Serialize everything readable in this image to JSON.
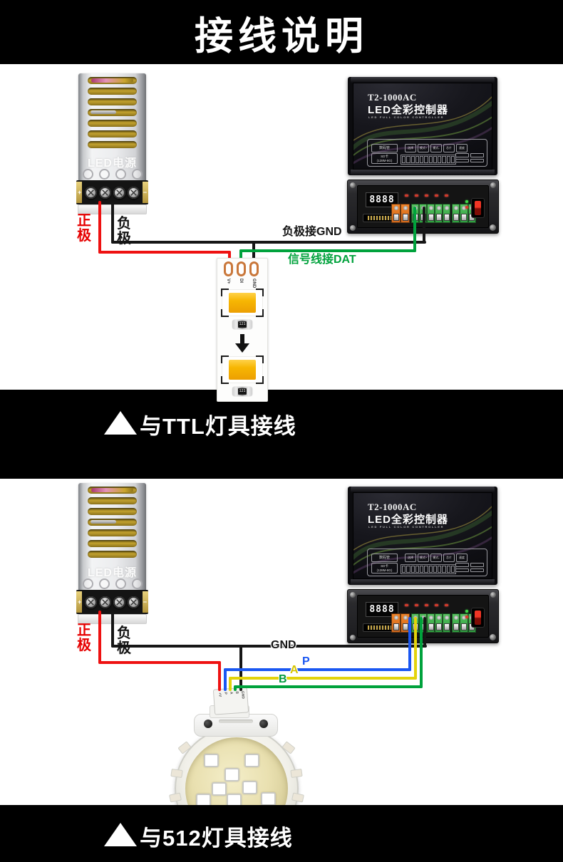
{
  "title": "接线说明",
  "banners": {
    "ttl": "与TTL灯具接线",
    "dmx512": "与512灯具接线"
  },
  "power_supply": {
    "watermark": "LED电源",
    "plus": "+",
    "minus": "−",
    "positive_label": "正极",
    "negative_label": "负极"
  },
  "controller": {
    "model": "T2-1000AC",
    "name": "LED全彩控制器",
    "subtitle": "LED FULL COLOR CONTROLLER",
    "panel": {
      "display_label": "数码管",
      "sd_label": "SD卡",
      "sd_capacity": "(128M-8G)",
      "keys": [
        "选择",
        "模式+",
        "模式-",
        "芯片",
        "速度"
      ]
    }
  },
  "interface_box": {
    "display_value": "8888"
  },
  "ttl_wiring": {
    "gnd_note": "负极接GND",
    "dat_note": "信号线接DAT",
    "strip_pads": [
      "V+",
      "DI",
      "GND"
    ],
    "resistor_value": "121"
  },
  "dmx_wiring": {
    "gnd_label": "GND",
    "p_label": "P",
    "a_label": "A",
    "b_label": "B",
    "connector_pads": [
      "+V",
      "P",
      "A",
      "B",
      "GND"
    ]
  },
  "colors": {
    "positive_red": "#ee1111",
    "negative_black": "#161616",
    "signal_green": "#00a23c",
    "dmx_p_blue": "#1a57f2",
    "dmx_a_yellow": "#e3d30a",
    "dmx_b_green": "#009a3e"
  }
}
